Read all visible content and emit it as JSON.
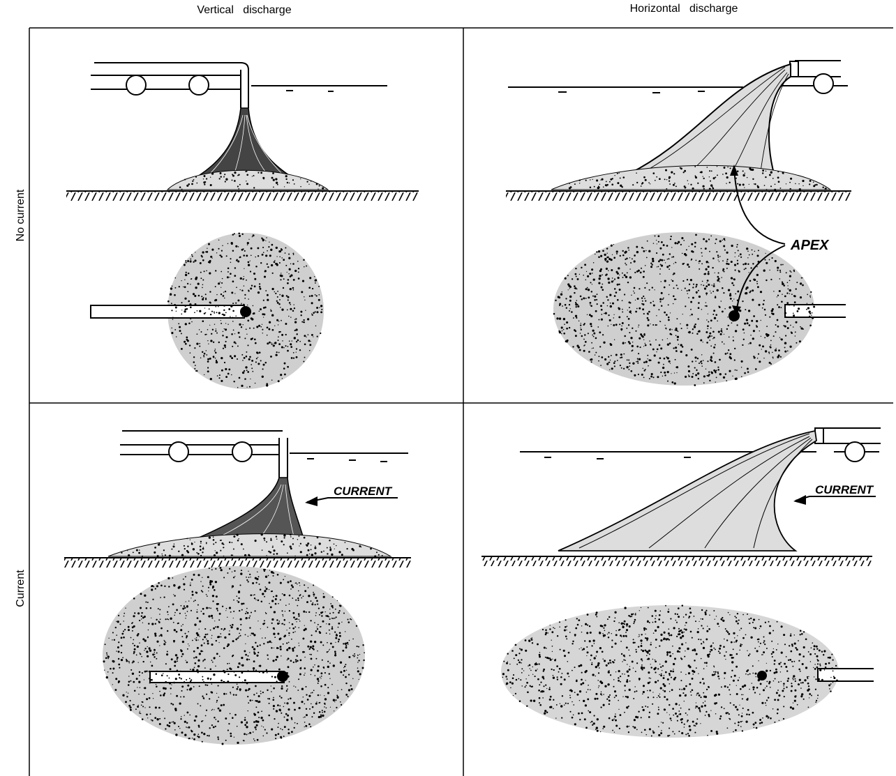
{
  "columns": {
    "vertical": "Vertical   discharge",
    "horizontal": "Horizontal   discharge"
  },
  "rows": {
    "no_current": "No current",
    "current": "Current"
  },
  "labels": {
    "apex": "APEX",
    "current_top_left": "CURRENT",
    "current_top_right": "CURRENT"
  },
  "colors": {
    "ink": "#000000",
    "paper": "#ffffff"
  }
}
